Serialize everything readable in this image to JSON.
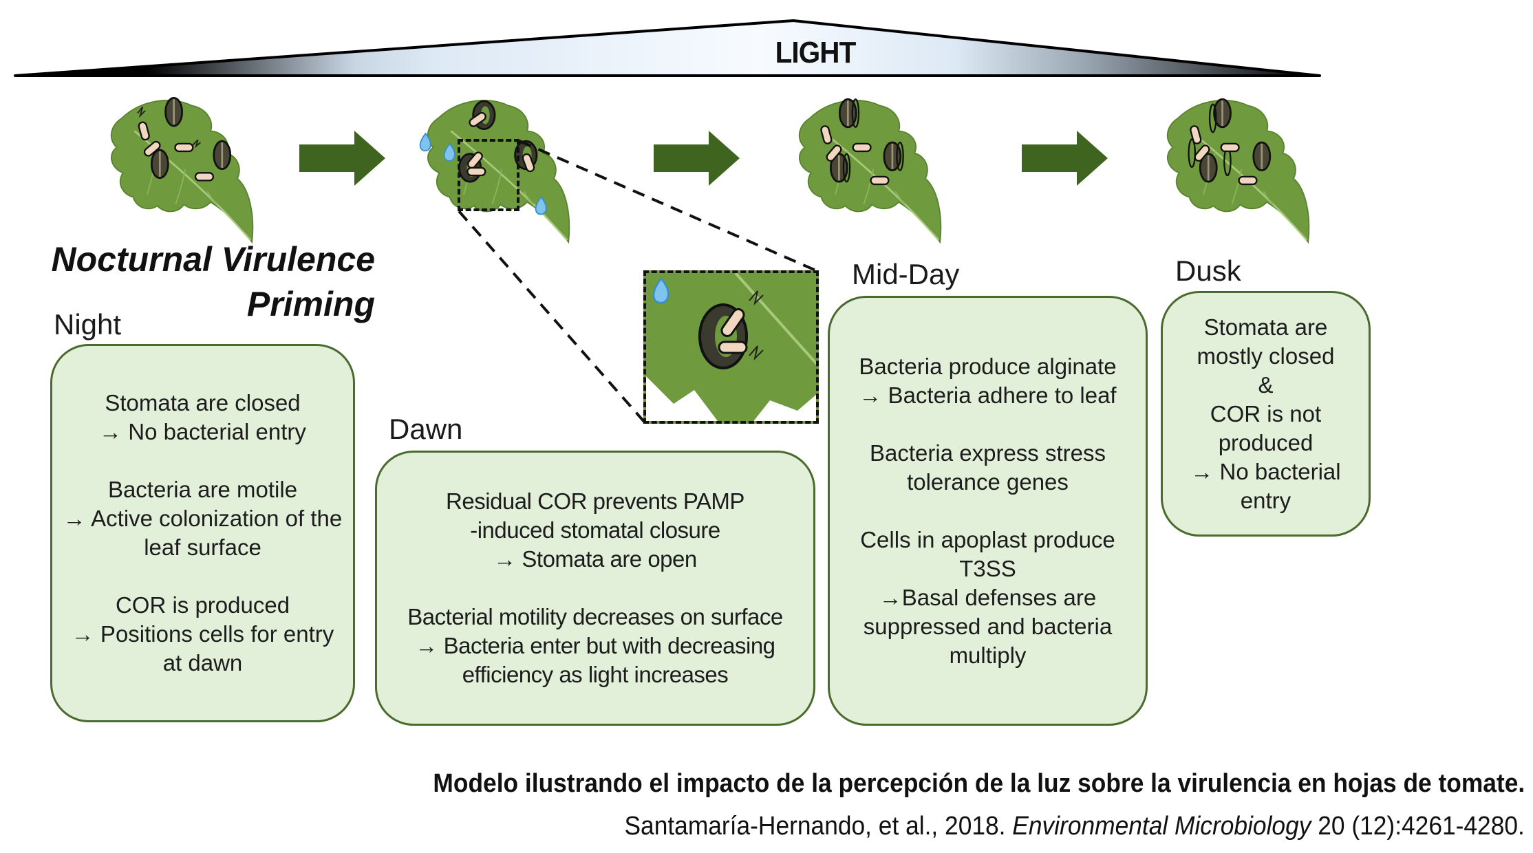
{
  "light_gradient": {
    "label": "LIGHT",
    "colors": {
      "dark": "#000000",
      "light": "#dde9f5",
      "peak": "#f7fbff"
    }
  },
  "colors": {
    "box_fill": "#e2efd9",
    "box_border": "#4a6b2e",
    "arrow": "#3f6420",
    "leaf": "#6f9a3e",
    "leaf_dark": "#4e7a2a",
    "stoma": "#3b3a2e",
    "bacterium": "#f1d7bf",
    "droplet": "#7ec4ee"
  },
  "title": {
    "line1": "Nocturnal Virulence",
    "line2": "Priming"
  },
  "stages": [
    {
      "id": "night",
      "label": "Night",
      "stomata_open": false,
      "paragraphs": [
        "Stomata are closed\n→ No bacterial entry",
        "Bacteria are motile\n→ Active colonization of the\nleaf surface",
        "COR is produced\n→ Positions cells for entry\nat dawn"
      ]
    },
    {
      "id": "dawn",
      "label": "Dawn",
      "stomata_open": true,
      "paragraphs": [
        "Residual COR prevents PAMP\n-induced stomatal closure\n→ Stomata are open",
        "Bacterial motility decreases on surface\n→ Bacteria enter but with decreasing\nefficiency as light increases"
      ]
    },
    {
      "id": "midday",
      "label": "Mid-Day",
      "stomata_open": false,
      "paragraphs": [
        "Bacteria produce alginate\n→ Bacteria adhere to leaf",
        "Bacteria express stress\ntolerance genes",
        "Cells in apoplast produce\nT3SS\n→Basal defenses are\nsuppressed and bacteria\nmultiply"
      ]
    },
    {
      "id": "dusk",
      "label": "Dusk",
      "stomata_open": false,
      "paragraphs": [
        "Stomata are\nmostly closed\n&\nCOR is not\nproduced\n→ No bacterial\nentry"
      ]
    }
  ],
  "caption": {
    "title": "Modelo ilustrando el impacto de la percepción de la luz sobre la virulencia en hojas de tomate.",
    "cite_authors": "Santamaría-Hernando, et al., 2018. ",
    "cite_journal": "Environmental Microbiology",
    "cite_volume": " 20 (12):4261-4280."
  }
}
